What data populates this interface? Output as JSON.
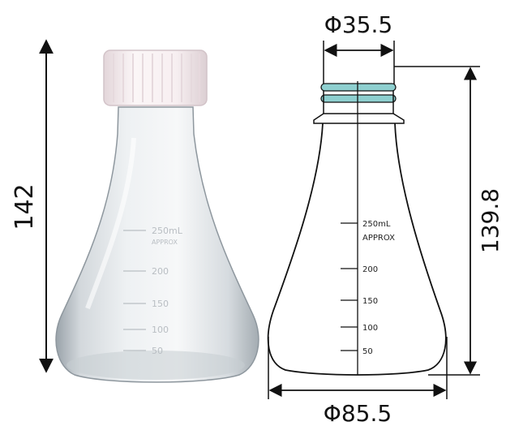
{
  "photo": {
    "height_label": "142",
    "graduations": [
      {
        "label": "250mL"
      },
      {
        "label": "APPROX"
      },
      {
        "label": "200"
      },
      {
        "label": "150"
      },
      {
        "label": "100"
      },
      {
        "label": "50"
      }
    ]
  },
  "drawing": {
    "neck_diameter_label": "Φ35.5",
    "body_diameter_label": "Φ85.5",
    "height_label": "139.8",
    "graduations": [
      {
        "label": "250mL",
        "volume": 250
      },
      {
        "label": "APPROX"
      },
      {
        "label": "200",
        "volume": 200
      },
      {
        "label": "150",
        "volume": 150
      },
      {
        "label": "100",
        "volume": 100
      },
      {
        "label": "50",
        "volume": 50
      }
    ]
  },
  "colors": {
    "cap": "#f6eef0",
    "thread": "#8ecfcf",
    "outline": "#111111"
  }
}
